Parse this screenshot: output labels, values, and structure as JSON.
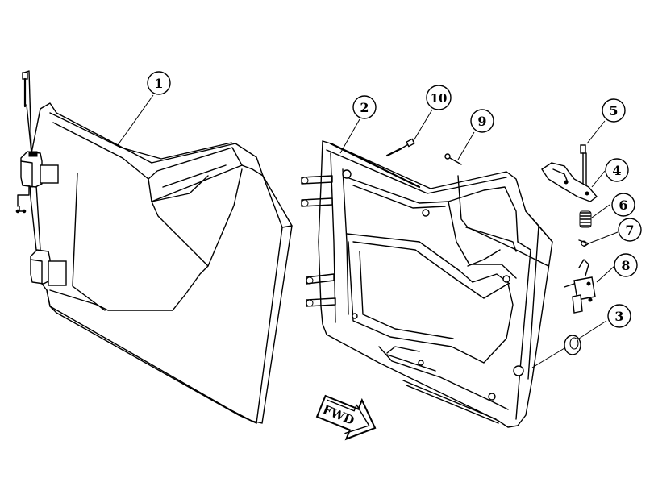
{
  "callouts": {
    "c1": "1",
    "c2": "2",
    "c3": "3",
    "c4": "4",
    "c5": "5",
    "c6": "6",
    "c7": "7",
    "c8": "8",
    "c9": "9",
    "c10": "10"
  },
  "direction_arrow": {
    "label": "FWD"
  }
}
